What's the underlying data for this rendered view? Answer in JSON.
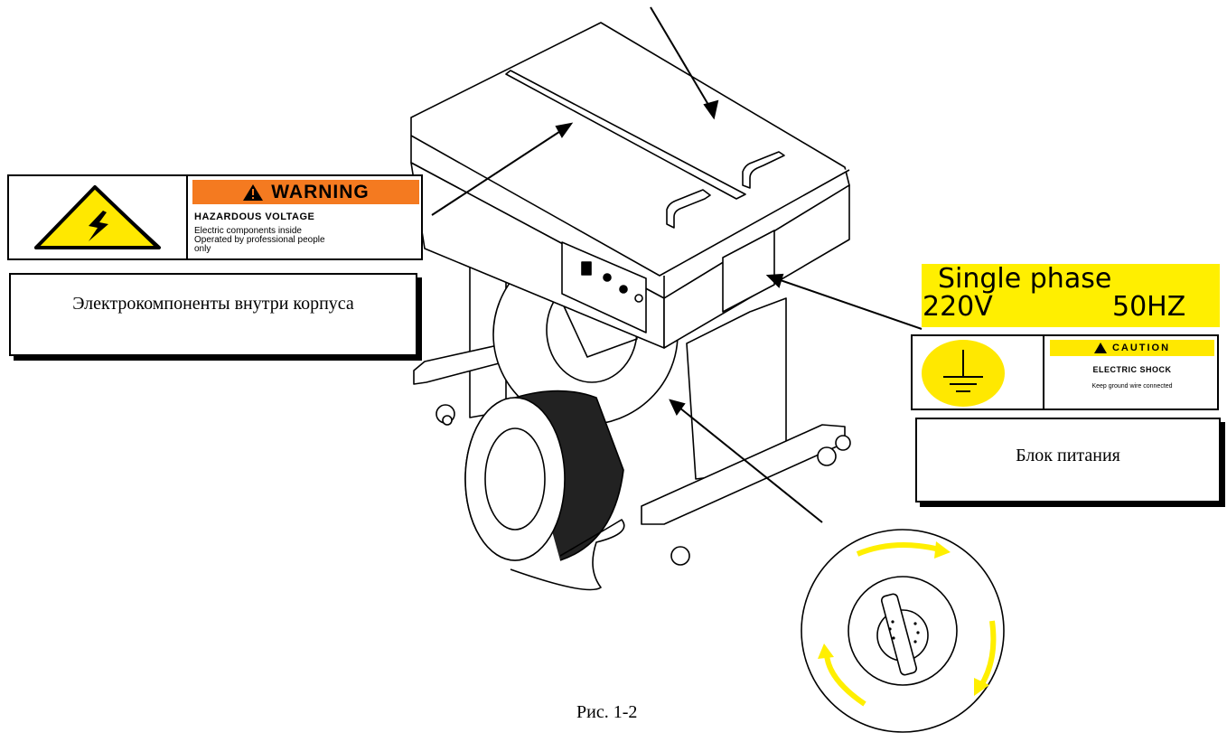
{
  "warning_label": {
    "header": "WARNING",
    "title": "HAZARDOUS VOLTAGE",
    "lines": [
      "Electric  components inside",
      "Operated  by professional people",
      "only"
    ],
    "header_color": "#f47a20"
  },
  "phase_plate": {
    "line1": "Single phase",
    "line2_left": "220V",
    "line2_right": "50HZ",
    "color": "#ffef00"
  },
  "caution_label": {
    "header": "CAUTION",
    "title": "ELECTRIC SHOCK",
    "body": "Keep ground wire connected",
    "header_color": "#ffe800"
  },
  "captions": {
    "left": "Электрокомпоненты внутри корпуса",
    "right": "Блок питания"
  },
  "figure_caption": "Рис. 1-2",
  "icons": {
    "high_voltage": "high-voltage-icon",
    "ground": "ground-symbol-icon",
    "rotation": "rotation-arrows-icon"
  }
}
